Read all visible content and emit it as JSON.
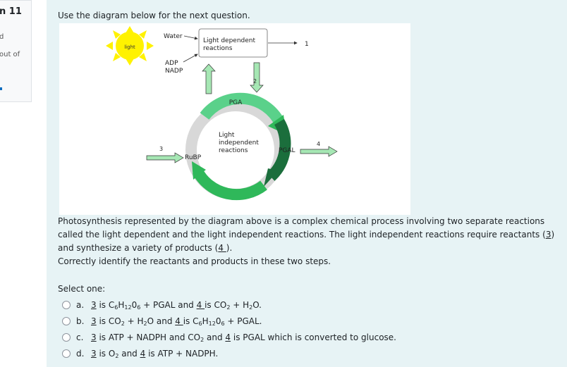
{
  "info": {
    "question_number": "n 11",
    "state": "d",
    "marks": "out of"
  },
  "question": {
    "intro": "Use the diagram below for the next question.",
    "diagram_labels": {
      "light": "light",
      "water": "Water",
      "adp": "ADP",
      "nadp": "NADP",
      "ldr_line1": "Light dependent",
      "ldr_line2": "reactions",
      "num1": "1",
      "num2": "2",
      "num3": "3",
      "num4": "4",
      "pga": "PGA",
      "rubp": "RuBP",
      "pgal": "PGAL",
      "lir_line1": "Light",
      "lir_line2": "independent",
      "lir_line3": "reactions"
    },
    "para_a": "Photosynthesis represented by the diagram above is a complex chemical process involving two separate reactions called the light dependent and the light independent reactions. The light independent reactions require reactants (",
    "para_b": ") and synthesize a variety of products (",
    "para_c": ").",
    "para_3": "3",
    "para_4": "4 ",
    "instruction": "Correctly identify the reactants and products in these two steps.",
    "select_label": "Select one:",
    "options": [
      {
        "letter": "a.",
        "k3": "3",
        "is": " is ",
        "r_a": "C",
        "r_b": "6",
        "r_c": "H",
        "r_d": "12",
        "r_e": "0",
        "r_f": "6",
        "r_g": " + PGAL and ",
        "k4": "4 ",
        "is2": "is ",
        "p_a": "CO",
        "p_b": "2",
        "p_c": " + H",
        "p_d": "2",
        "p_e": "O."
      },
      {
        "letter": "b.",
        "k3": "3",
        "is": " is ",
        "r_a": "CO",
        "r_b": "2",
        "r_c": " + H",
        "r_d": "2",
        "r_e": "O and ",
        "k4": "4 ",
        "is2": "is ",
        "p_a": "C",
        "p_b": "6",
        "p_c": "H",
        "p_d": "12",
        "p_e": "0",
        "p_f": "6",
        "p_g": " + PGAL."
      },
      {
        "letter": "c.",
        "k3": "3",
        "is": " is ATP + NADPH and CO",
        "s1": "2",
        "and": " and ",
        "k4": "4",
        "tail": " is PGAL which is converted to glucose."
      },
      {
        "letter": "d.",
        "k3": "3",
        "is": " is O",
        "s1": "2",
        "and": " and ",
        "k4": "4",
        "tail": " is ATP + NADPH."
      }
    ]
  },
  "colors": {
    "bg": "#e7f3f5",
    "sun": "#fff200",
    "green_light": "#5ad18a",
    "green_dark": "#1b6e3c",
    "green_mid": "#2fb85a",
    "arrow_fill": "#a6e7b4"
  }
}
